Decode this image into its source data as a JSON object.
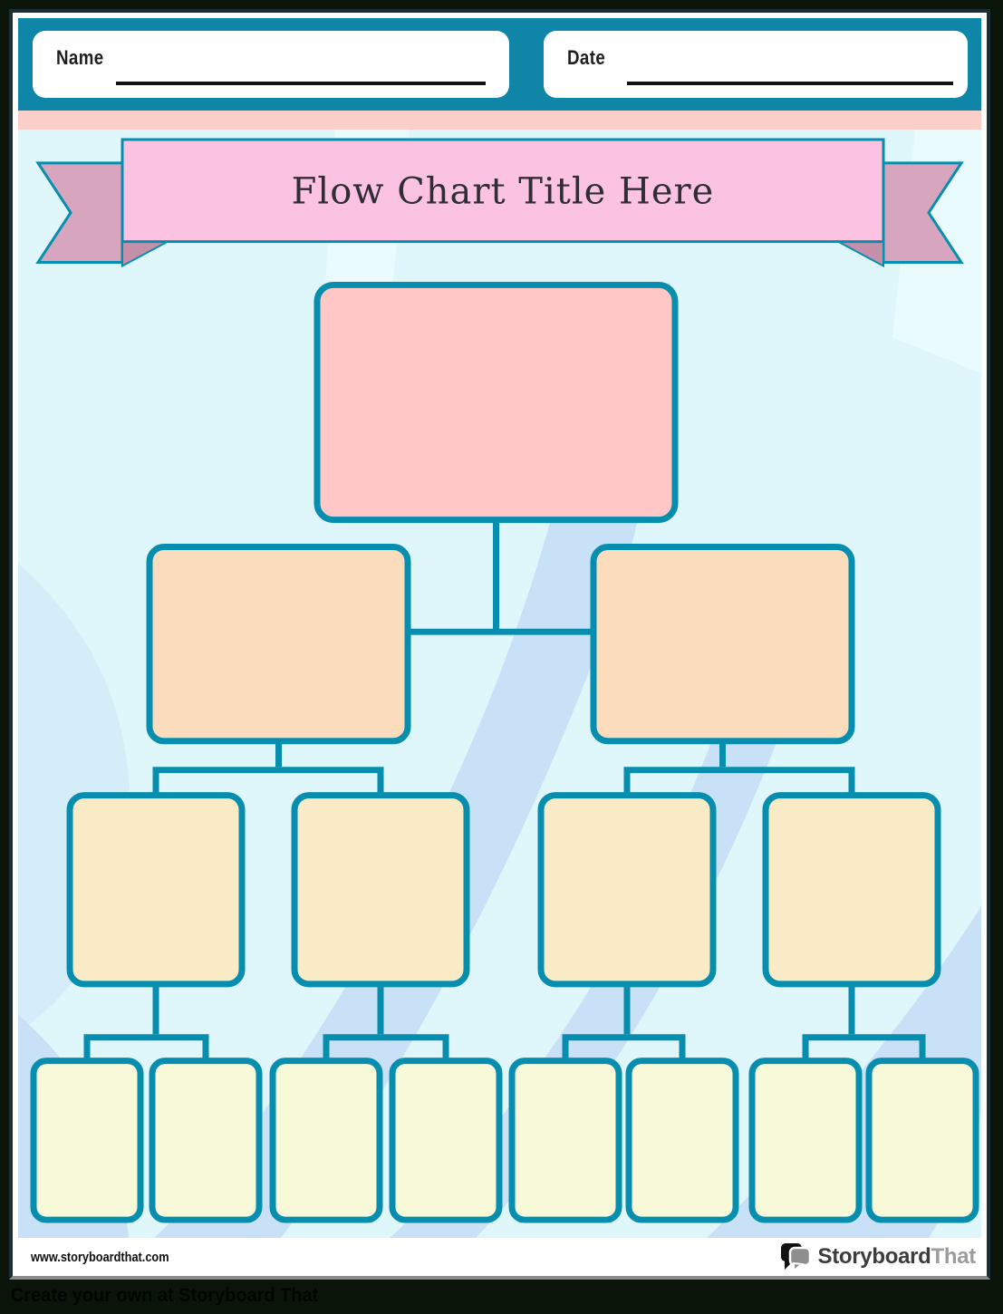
{
  "header": {
    "name_label": "Name",
    "date_label": "Date"
  },
  "banner": {
    "title": "Flow Chart Title Here",
    "title_color": "#2E2E34",
    "fill": "#FBC2E1",
    "ribbon_fill": "#D8A5BE",
    "fold_fill": "#C48FA9"
  },
  "diagram": {
    "node_border_color": "#078EAE",
    "levels": [
      {
        "level": 1,
        "count": 1,
        "fill": "#FFC7C6"
      },
      {
        "level": 2,
        "count": 2,
        "fill": "#FBDCBD"
      },
      {
        "level": 3,
        "count": 4,
        "fill": "#FAEBC7"
      },
      {
        "level": 4,
        "count": 8,
        "fill": "#F8F9D8"
      }
    ]
  },
  "footer": {
    "website": "www.storyboardthat.com",
    "logo": {
      "part1": "Storyboard",
      "part2": "That"
    }
  },
  "tagline": "Create your own at Storyboard That",
  "colors": {
    "outer_bg": "#0B1409",
    "page_border": "#1C2D33",
    "header_teal": "#0F85A8",
    "pink_strip": "#FBCFC9",
    "content_bg": "#DFF7FB",
    "swirl": "#C9E1F6",
    "swirl_faint": "#EAFBFD",
    "accent_teal": "#078EAE",
    "underline": "#111111",
    "tagline_text": "#020602"
  }
}
